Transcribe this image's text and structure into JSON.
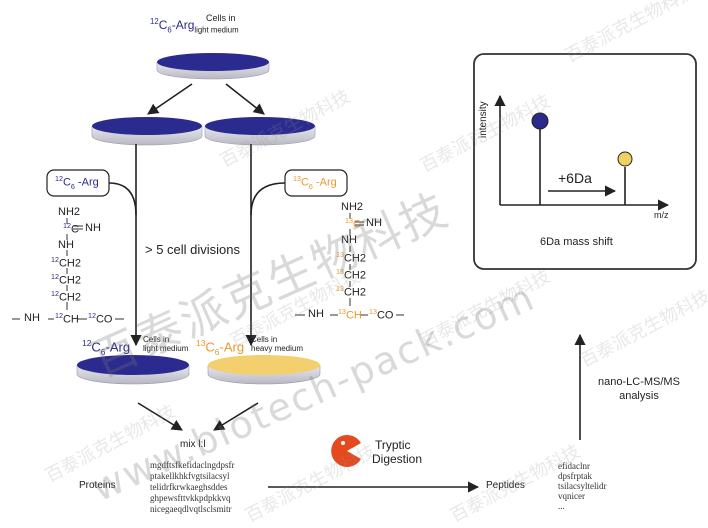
{
  "top_dish": {
    "isotope": "12",
    "element": "C",
    "element_sub": "6",
    "amino": "-Arg",
    "amino_sub": "light medium",
    "caption": "Cells in"
  },
  "left_label": {
    "isotope": "12",
    "element": "C",
    "element_sub": "6",
    "amino": " -Arg"
  },
  "right_label": {
    "isotope": "13",
    "element": "C",
    "element_sub": "6",
    "amino": " -Arg"
  },
  "cell_divisions": "> 5 cell divisions",
  "left_molecule": {
    "nh2": "NH2",
    "c_iso": "12",
    "c": "C",
    "nh": "NH",
    "nh_top": "NH",
    "ch2_iso": "12",
    "ch2": "CH2",
    "ch_label": "CH",
    "co_iso": "12",
    "co": "CO",
    "nh_chain": "NH"
  },
  "right_molecule": {
    "nh2": "NH2",
    "c_iso": "13",
    "c": "C",
    "nh": "NH",
    "nh_top": "NH",
    "ch2_iso": "13",
    "ch2": "CH2",
    "ch_label": "CH",
    "co_iso": "13",
    "co": "CO",
    "nh_chain": "NH"
  },
  "bottom_left_dish": {
    "isotope": "12",
    "element": "C",
    "element_sub": "6",
    "amino": "-Arg",
    "caption": "Cells in",
    "medium": "light medium"
  },
  "bottom_right_dish": {
    "isotope": "13",
    "element": "C",
    "element_sub": "6",
    "amino": "-Arg",
    "caption": "Cells in",
    "medium": "heavy medium"
  },
  "mix": "mix l:l",
  "proteins_label": "Proteins",
  "protein_seq": [
    "mgdftsfkefidaclngdpsfr",
    "ptakellkhkfvgtsilacsyl",
    "telidrfkrwkaeghsddes",
    "ghpewsfttvkkpdpkkvq",
    "nicegaeqdlvqtlsclsmitr"
  ],
  "tryptic": "Tryptic",
  "digestion": "Digestion",
  "peptides_label": "Peptides",
  "peptide_seq": [
    "efidaclnr",
    "dpsfrptak",
    "tsilacsyltelidr",
    "vqnicer",
    "..."
  ],
  "ms_box": {
    "ylabel": "intensity",
    "xlabel": "m/z",
    "shift": "+6Da",
    "caption": "6Da mass shift"
  },
  "nano": [
    "nano-LC-MS/MS",
    "analysis"
  ],
  "colors": {
    "light": "#2b2b8f",
    "heavy": "#f3cf6e",
    "heavy_label": "#e8992a",
    "pacman": "#e44a1e",
    "point_light": "#2a2a8c",
    "point_heavy": "#f0d060"
  },
  "watermark": {
    "company": "百泰派克生物科技",
    "site": "www.biotech-pack.com"
  }
}
